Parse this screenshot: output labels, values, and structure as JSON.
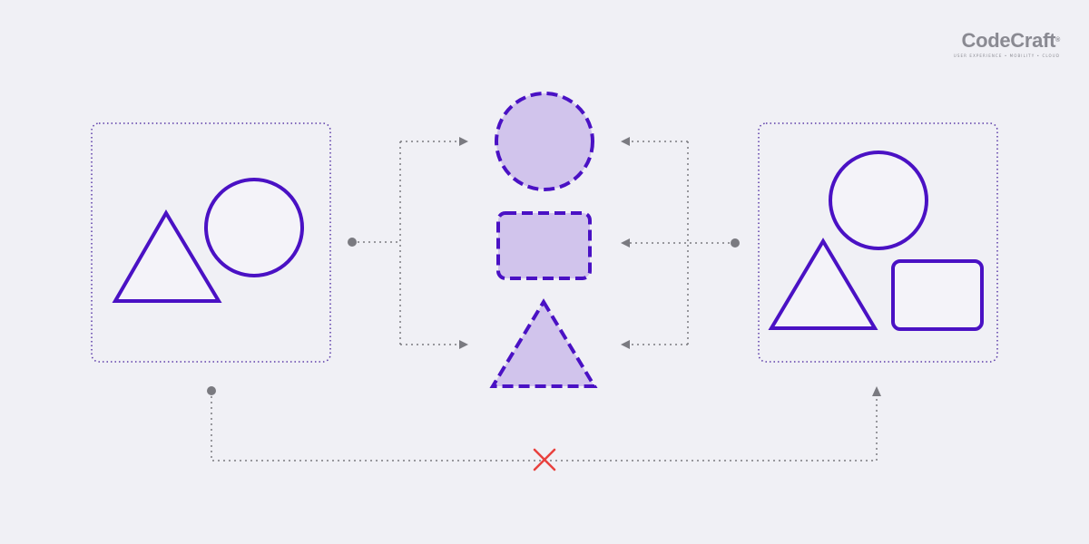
{
  "brand": {
    "name": "CodeCraft",
    "registered_mark": "®",
    "tagline": "USER EXPERIENCE • MOBILITY • CLOUD"
  },
  "colors": {
    "background": "#f0f0f5",
    "accent": "#4a11c4",
    "shape_fill": "#f4f3f9",
    "dashed_fill": "#d1c4ec",
    "connector": "#7a7a80",
    "frame": "#5b3aa8",
    "cross": "#e8413e"
  },
  "diagram": {
    "left_panel": {
      "shapes": [
        "triangle",
        "circle"
      ]
    },
    "center_parts": [
      "circle",
      "rectangle",
      "triangle"
    ],
    "right_panel": {
      "shapes": [
        "circle",
        "triangle",
        "rectangle"
      ]
    },
    "blocked_connection_icon": "cross-icon"
  }
}
